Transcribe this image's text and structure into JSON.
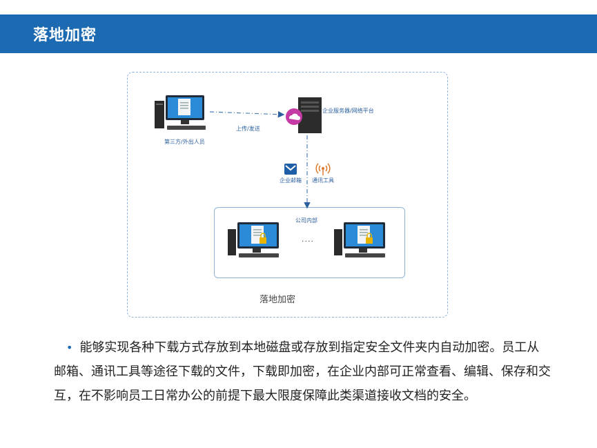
{
  "header": {
    "title": "落地加密"
  },
  "diagram": {
    "third_party_label": "第三方/外出人员",
    "upload_label": "上传/发送",
    "server_label": "企业服务器/网络平台",
    "email_label": "企业邮箱",
    "im_label": "通讯工具",
    "internal_label": "公司内部",
    "dots": "....",
    "caption": "落地加密"
  },
  "body": {
    "bullet": "•",
    "paragraph": "能够实现各种下载方式存放到本地磁盘或存放到指定安全文件夹内自动加密。员工从邮箱、通讯工具等途径下载的文件，下载即加密，在企业内部可正常查看、编辑、保存和交互，在不影响员工日常办公的前提下最大限度保障此类渠道接收文档的安全。"
  },
  "colors": {
    "header": "#1b6ab2",
    "accent": "#2b5f9e",
    "border": "#8fb3d6"
  }
}
